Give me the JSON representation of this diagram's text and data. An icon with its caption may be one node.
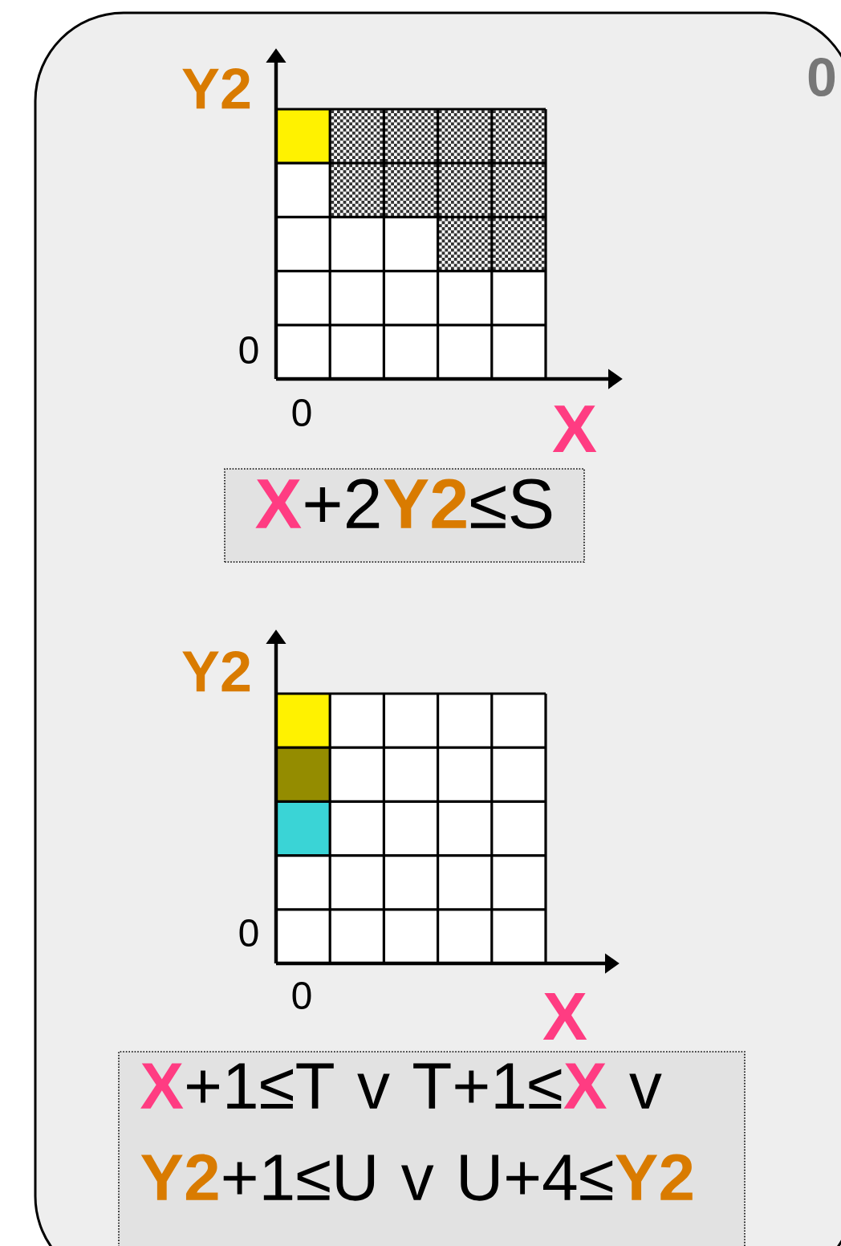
{
  "diagram": {
    "nodes": [
      {
        "text": [
          "**X**+2**Y2**≤S"
        ]
      },
      {
        "text": [
          "**X**+1≤T v T+1≤**X** v **Y2**+1≤U v U+4≤**Y2**"
        ]
      }
    ],
    "labels": [
      "Y2",
      "0",
      "0",
      "0",
      "X",
      "Y2",
      "0",
      "0",
      "X"
    ]
  }
}
